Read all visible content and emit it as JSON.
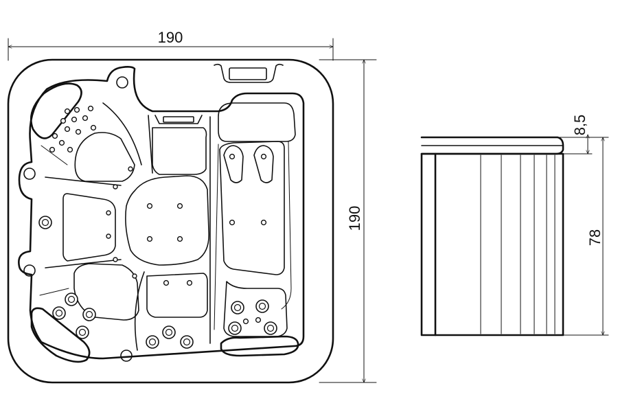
{
  "top_view": {
    "width_label": "190",
    "depth_label": "190"
  },
  "side_view": {
    "rim_height_label": "8,5",
    "body_height_label": "78"
  }
}
